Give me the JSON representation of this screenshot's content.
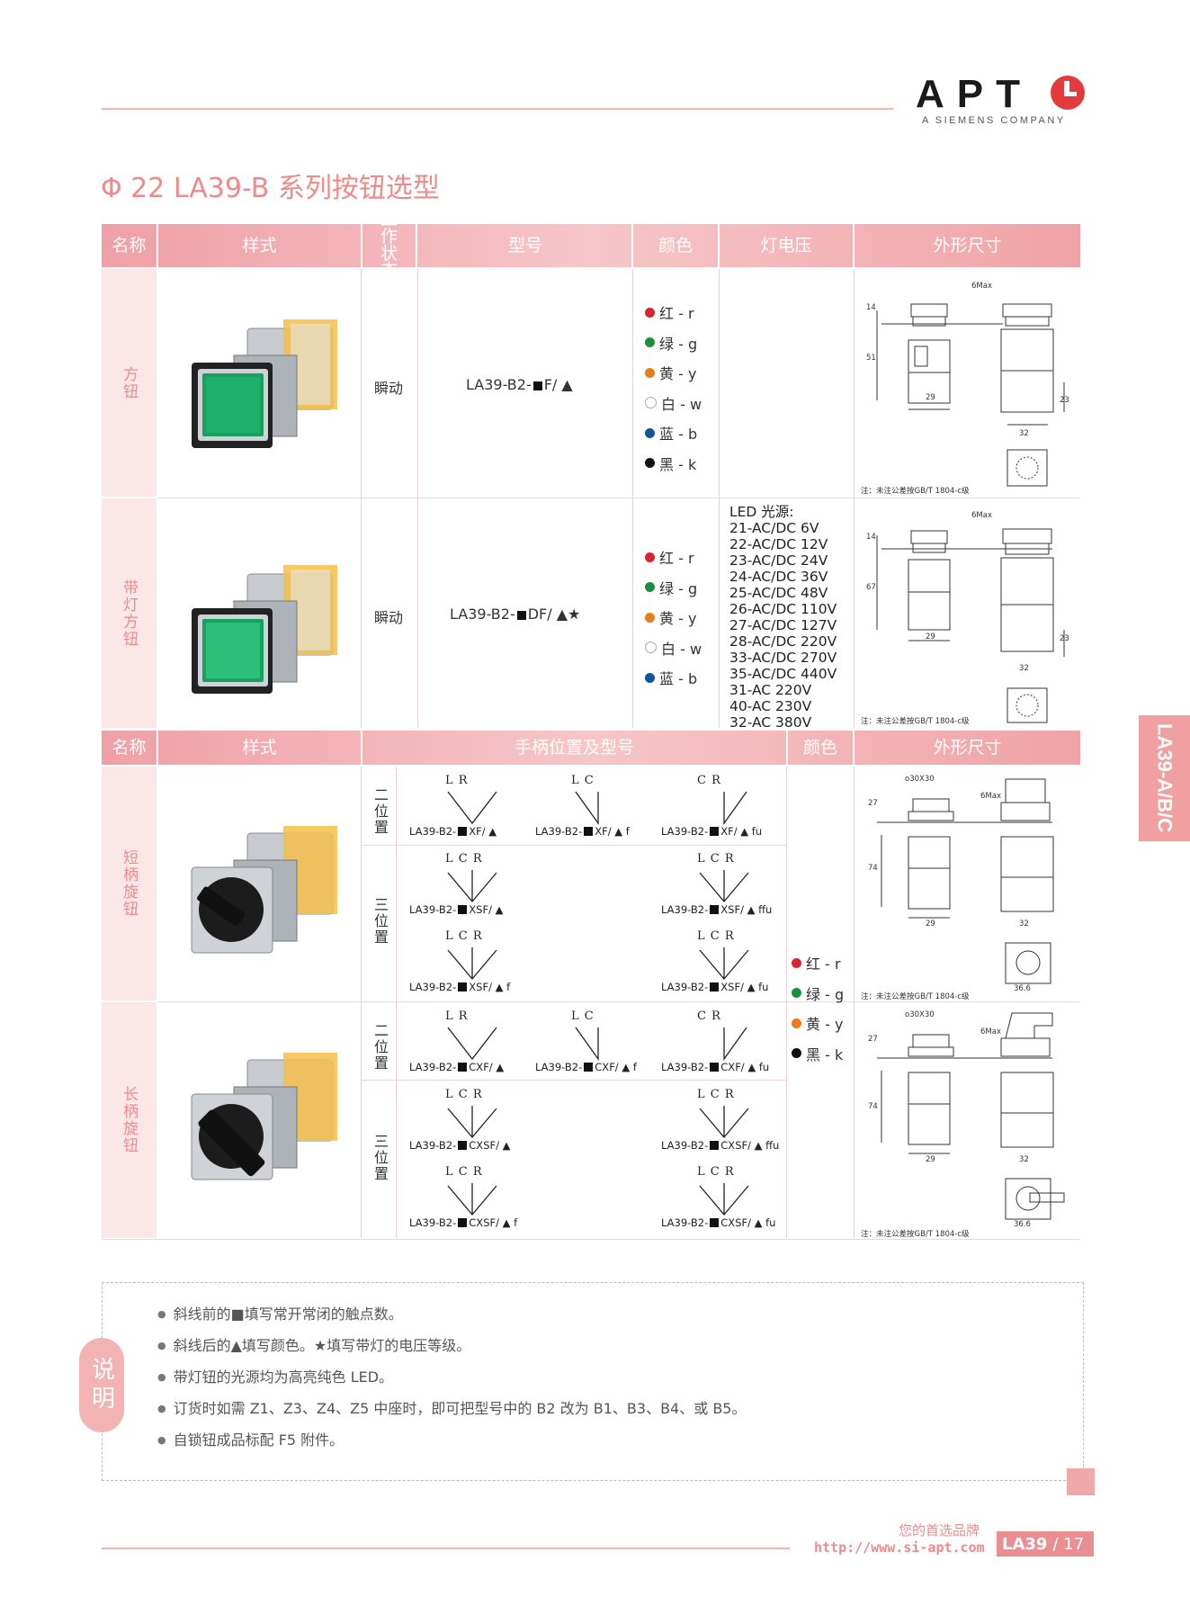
{
  "header": {
    "logo": "APT",
    "logo_sub": "A SIEMENS COMPANY"
  },
  "title": "Φ 22 LA39-B 系列按钮选型",
  "table1": {
    "headers": {
      "name": "名称",
      "style": "样式",
      "state": "工作状态",
      "model": "型号",
      "color": "颜色",
      "lamp": "灯电压",
      "dims": "外形尺寸"
    },
    "rows": [
      {
        "name": "方钮",
        "state": "瞬动",
        "model_prefix": "LA39-B2-",
        "model_suffix": "F/",
        "model_mark": "▲",
        "colors": [
          {
            "label": "红 - r",
            "c": "#d6252c"
          },
          {
            "label": "绿 - g",
            "c": "#1a8f3c"
          },
          {
            "label": "黄 - y",
            "c": "#ee7a1a"
          },
          {
            "label": "白 - w",
            "c": "#ffffff"
          },
          {
            "label": "蓝 - b",
            "c": "#1452a0"
          },
          {
            "label": "黑 - k",
            "c": "#111111"
          }
        ],
        "note": "注：未注公差按GB/T 1804-c级",
        "dims": {
          "a": "14",
          "b": "51",
          "c": "29",
          "d": "23",
          "e": "32",
          "f": "6Max"
        }
      },
      {
        "name": "带灯方钮",
        "state": "瞬动",
        "model_prefix": "LA39-B2-",
        "model_suffix": "DF/",
        "model_mark": "▲★",
        "colors": [
          {
            "label": "红 - r",
            "c": "#d6252c"
          },
          {
            "label": "绿 - g",
            "c": "#1a8f3c"
          },
          {
            "label": "黄 - y",
            "c": "#ee7a1a"
          },
          {
            "label": "白 - w",
            "c": "#ffffff"
          },
          {
            "label": "蓝 - b",
            "c": "#1452a0"
          }
        ],
        "voltages": [
          "LED 光源:",
          "21-AC/DC 6V",
          "22-AC/DC 12V",
          "23-AC/DC 24V",
          "24-AC/DC 36V",
          "25-AC/DC 48V",
          "26-AC/DC 110V",
          "27-AC/DC 127V",
          "28-AC/DC 220V",
          "33-AC/DC 270V",
          "35-AC/DC 440V",
          "31-AC 220V",
          "40-AC 230V",
          "32-AC 380V"
        ],
        "note": "注：未注公差按GB/T 1804-c级",
        "dims": {
          "a": "14",
          "b": "67",
          "c": "29",
          "d": "23",
          "e": "32",
          "f": "6Max"
        }
      }
    ]
  },
  "table2": {
    "headers": {
      "name": "名称",
      "style": "样式",
      "positions": "手柄位置及型号",
      "color": "颜色",
      "dims": "外形尺寸"
    },
    "colors": [
      {
        "label": "红 - r",
        "c": "#d6252c"
      },
      {
        "label": "绿 - g",
        "c": "#1a8f3c"
      },
      {
        "label": "黄 - y",
        "c": "#ee7a1a"
      },
      {
        "label": "黑 - k",
        "c": "#111111"
      }
    ],
    "rows": [
      {
        "name": "短柄旋钮",
        "two": "二位置",
        "three": "三位置",
        "two_models": [
          {
            "lcr": "L    R",
            "pre": "LA39-B2-",
            "suf": "XF/",
            "mk": "▲"
          },
          {
            "lcr": "L C",
            "pre": "LA39-B2-",
            "suf": "XF/",
            "mk": "▲ f"
          },
          {
            "lcr": "C R",
            "pre": "LA39-B2-",
            "suf": "XF/",
            "mk": "▲ fu"
          }
        ],
        "three_models": [
          {
            "lcr": "L  C  R",
            "pre": "LA39-B2-",
            "suf": "XSF/",
            "mk": "▲"
          },
          {
            "lcr": "L  C  R",
            "pre": "LA39-B2-",
            "suf": "XSF/",
            "mk": "▲ ffu"
          },
          {
            "lcr": "L  C  R",
            "pre": "LA39-B2-",
            "suf": "XSF/",
            "mk": "▲ f"
          },
          {
            "lcr": "L  C  R",
            "pre": "LA39-B2-",
            "suf": "XSF/",
            "mk": "▲ fu"
          }
        ],
        "note": "注：未注公差按GB/T 1804-c级",
        "dims": {
          "top": "o30X30",
          "a": "27",
          "b": "74",
          "c": "29",
          "d": "32",
          "e": "36.6",
          "f": "6Max"
        }
      },
      {
        "name": "长柄旋钮",
        "two": "二位置",
        "three": "三位置",
        "two_models": [
          {
            "lcr": "L    R",
            "pre": "LA39-B2-",
            "suf": "CXF/",
            "mk": "▲"
          },
          {
            "lcr": "L C",
            "pre": "LA39-B2-",
            "suf": "CXF/",
            "mk": "▲ f"
          },
          {
            "lcr": "C R",
            "pre": "LA39-B2-",
            "suf": "CXF/",
            "mk": "▲ fu"
          }
        ],
        "three_models": [
          {
            "lcr": "L  C  R",
            "pre": "LA39-B2-",
            "suf": "CXSF/",
            "mk": "▲"
          },
          {
            "lcr": "L  C  R",
            "pre": "LA39-B2-",
            "suf": "CXSF/",
            "mk": "▲ ffu"
          },
          {
            "lcr": "L  C  R",
            "pre": "LA39-B2-",
            "suf": "CXSF/",
            "mk": "▲ f"
          },
          {
            "lcr": "L  C  R",
            "pre": "LA39-B2-",
            "suf": "CXSF/",
            "mk": "▲ fu"
          }
        ],
        "note": "注：未注公差按GB/T 1804-c级",
        "dims": {
          "top": "o30X30",
          "a": "27",
          "b": "74",
          "c": "29",
          "d": "32",
          "e": "36.6",
          "f": "6Max"
        }
      }
    ]
  },
  "notes": {
    "tag": "说明",
    "items": [
      "斜线前的■填写常开常闭的触点数。",
      "斜线后的▲填写颜色。★填写带灯的电压等级。",
      "带灯钮的光源均为高亮纯色 LED。",
      "订货时如需 Z1、Z3、Z4、Z5 中座时，即可把型号中的 B2 改为 B1、B3、B4、或 B5。",
      "自锁钮成品标配 F5 附件。"
    ]
  },
  "side_tab": "LA39-A/B/C",
  "footer": {
    "slogan": "您的首选品牌",
    "url": "http://www.si-apt.com",
    "page_label": "LA39",
    "page_num": "/ 17"
  }
}
